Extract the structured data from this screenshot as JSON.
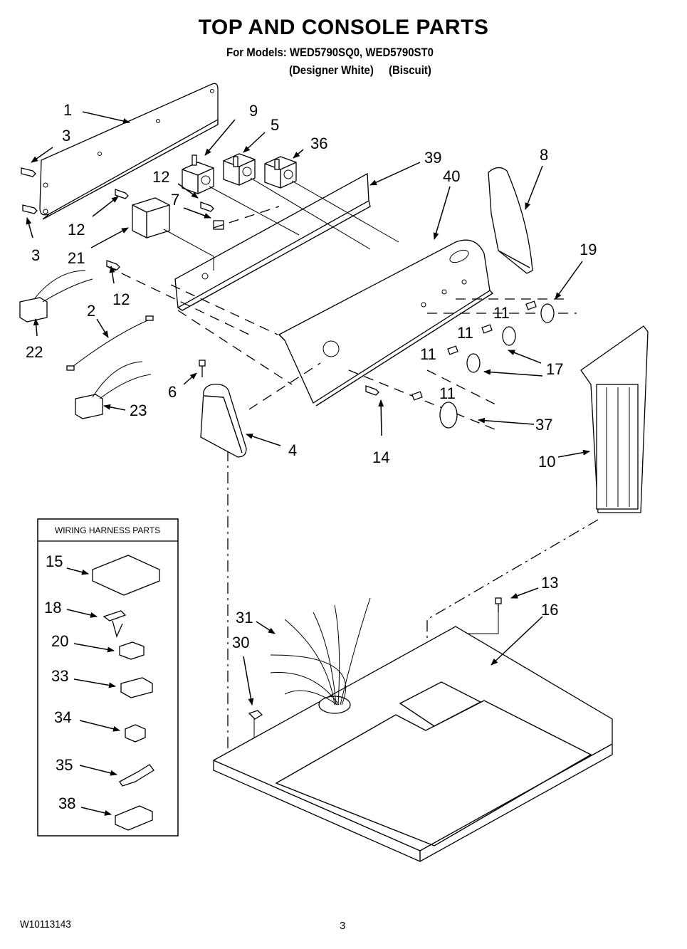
{
  "header": {
    "title": "TOP AND CONSOLE PARTS",
    "models_line": "For Models: WED5790SQ0, WED5790ST0",
    "colors": [
      "(Designer White)",
      "(Biscuit)"
    ]
  },
  "inset": {
    "title": "WIRING HARNESS PARTS",
    "callouts": [
      "15",
      "18",
      "20",
      "33",
      "34",
      "35",
      "38"
    ]
  },
  "callouts": {
    "c1": "1",
    "c3a": "3",
    "c3b": "3",
    "c9": "9",
    "c5": "5",
    "c36": "36",
    "c12a": "12",
    "c7": "7",
    "c12b": "12",
    "c21": "21",
    "c12c": "12",
    "c39": "39",
    "c40": "40",
    "c8": "8",
    "c19": "19",
    "c22": "22",
    "c2": "2",
    "c6": "6",
    "c23": "23",
    "c4": "4",
    "c11a": "11",
    "c11b": "11",
    "c11c": "11",
    "c11d": "11",
    "c17": "17",
    "c37": "37",
    "c14": "14",
    "c10": "10",
    "c13": "13",
    "c16": "16",
    "c31": "31",
    "c30": "30"
  },
  "footer": {
    "doc_number": "W10113143",
    "page_number": "3"
  }
}
